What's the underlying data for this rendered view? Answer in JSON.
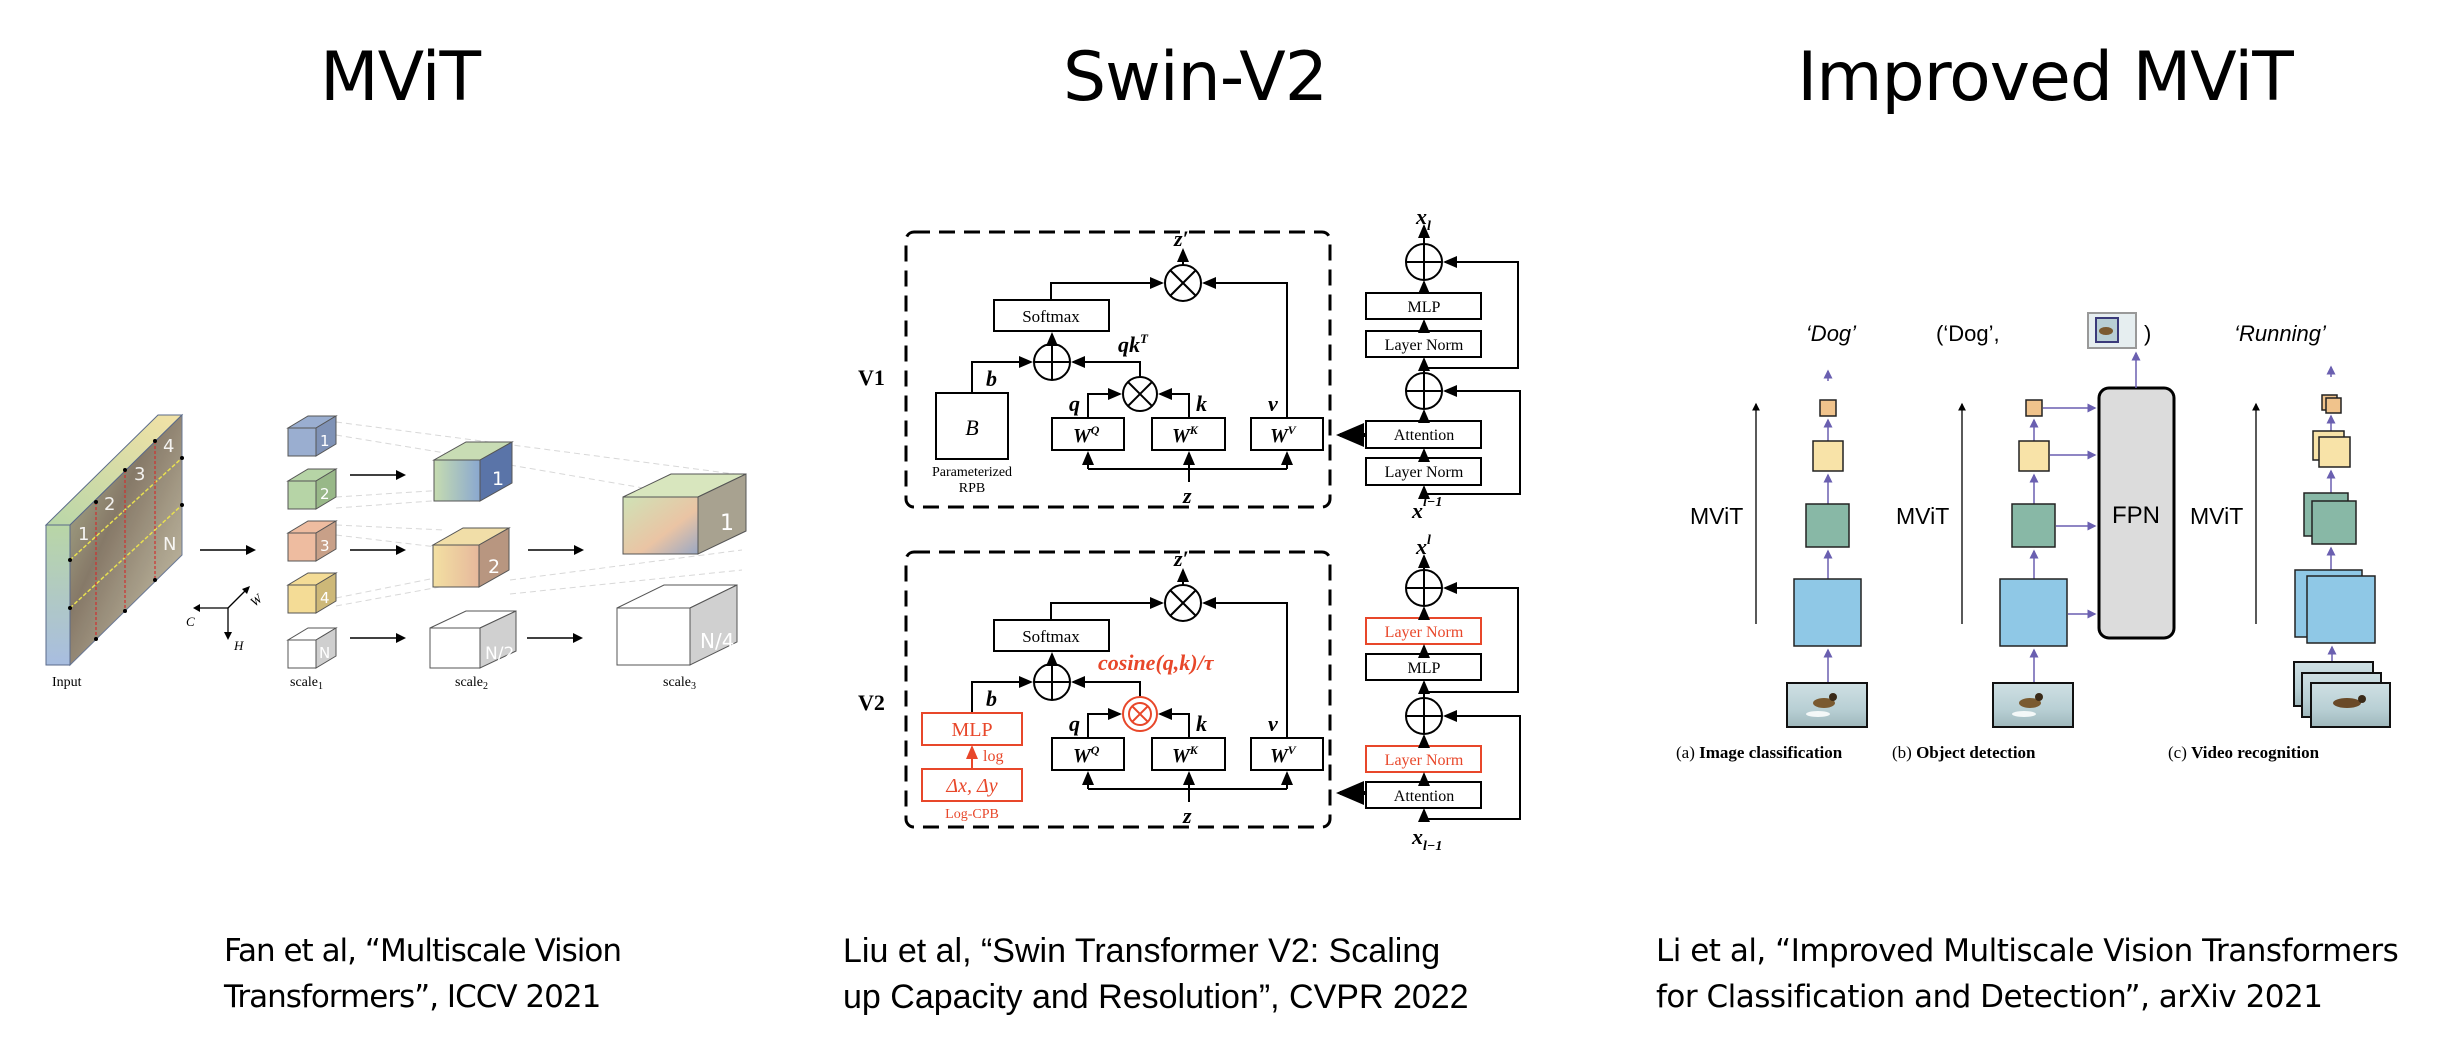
{
  "slide": {
    "columns": [
      {
        "title": "MViT",
        "citation": "Fan et al, “Multiscale Vision\nTransformers”, ICCV 2021",
        "figure": {
          "input_label": "Input",
          "scale_labels": [
            "scale",
            "scale",
            "scale"
          ],
          "scale_subscripts": [
            "1",
            "2",
            "3"
          ],
          "axis_labels": {
            "c": "C",
            "w": "W",
            "h": "H"
          },
          "scale1_tokens": [
            "1",
            "2",
            "3",
            "4",
            "N"
          ],
          "scale2_tokens": [
            "1",
            "2",
            "N/2"
          ],
          "scale3_tokens": [
            "1",
            "N/4"
          ],
          "input_patch_labels": [
            "1",
            "2",
            "3",
            "4",
            "N"
          ]
        }
      },
      {
        "title": "Swin-V2",
        "citation": "Liu et al, “Swin Transformer V2: Scaling\nup Capacity and Resolution”, CVPR 2022",
        "figure": {
          "v1": {
            "label": "V1",
            "softmax": "Softmax",
            "qkT": "qk",
            "qkT_sup": "T",
            "b": "b",
            "B": "B",
            "rpb_label": "Parameterized\nRPB",
            "q": "q",
            "k": "k",
            "v": "v",
            "wq": "W",
            "wq_sup": "Q",
            "wk": "W",
            "wk_sup": "K",
            "wv": "W",
            "wv_sup": "V",
            "z": "z",
            "z_out": "z′",
            "block": {
              "top": "x",
              "top_sub": "l",
              "mlp": "MLP",
              "ln_top": "Layer Norm",
              "attention": "Attention",
              "ln_bottom": "Layer Norm",
              "bottom": "x",
              "bottom_sup": "l−1"
            }
          },
          "v2": {
            "label": "V2",
            "softmax": "Softmax",
            "cosine": "cosine(q,k)/τ",
            "b": "b",
            "mlp": "MLP",
            "log": "log",
            "delta": "Δx, Δy",
            "cpb_label": "Log-CPB",
            "q": "q",
            "k": "k",
            "v": "v",
            "wq": "W",
            "wq_sup": "Q",
            "wk": "W",
            "wk_sup": "K",
            "wv": "W",
            "wv_sup": "V",
            "z": "z",
            "z_out": "z′",
            "block": {
              "top": "x",
              "top_sup": "l",
              "ln_top": "Layer Norm",
              "mlp": "MLP",
              "ln_bottom": "Layer Norm",
              "attention": "Attention",
              "bottom": "x",
              "bottom_sub": "l−1"
            }
          },
          "highlight_color": "#e8472a"
        }
      },
      {
        "title": "Improved MViT",
        "citation": "Li et al, “Improved Multiscale Vision Transformers\nfor Classification and Detection”, arXiv 2021",
        "figure": {
          "panels": [
            {
              "output": "‘Dog’",
              "side_label": "MViT",
              "caption_prefix": "(a)",
              "caption": "Image classification"
            },
            {
              "output_open": "(‘Dog’,",
              "output_close": ")",
              "side_label": "MViT",
              "fpn_label": "FPN",
              "caption_prefix": "(b)",
              "caption": "Object detection"
            },
            {
              "output": "‘Running’",
              "side_label": "MViT",
              "caption_prefix": "(c)",
              "caption": "Video recognition"
            }
          ],
          "colors": {
            "stage1": "#8fc8e6",
            "stage2": "#88b8a6",
            "stage3": "#f8e3a8",
            "stage4": "#f0c38c",
            "arrow": "#6a5fb0",
            "fpn": "#dcdcdc"
          }
        }
      }
    ]
  }
}
